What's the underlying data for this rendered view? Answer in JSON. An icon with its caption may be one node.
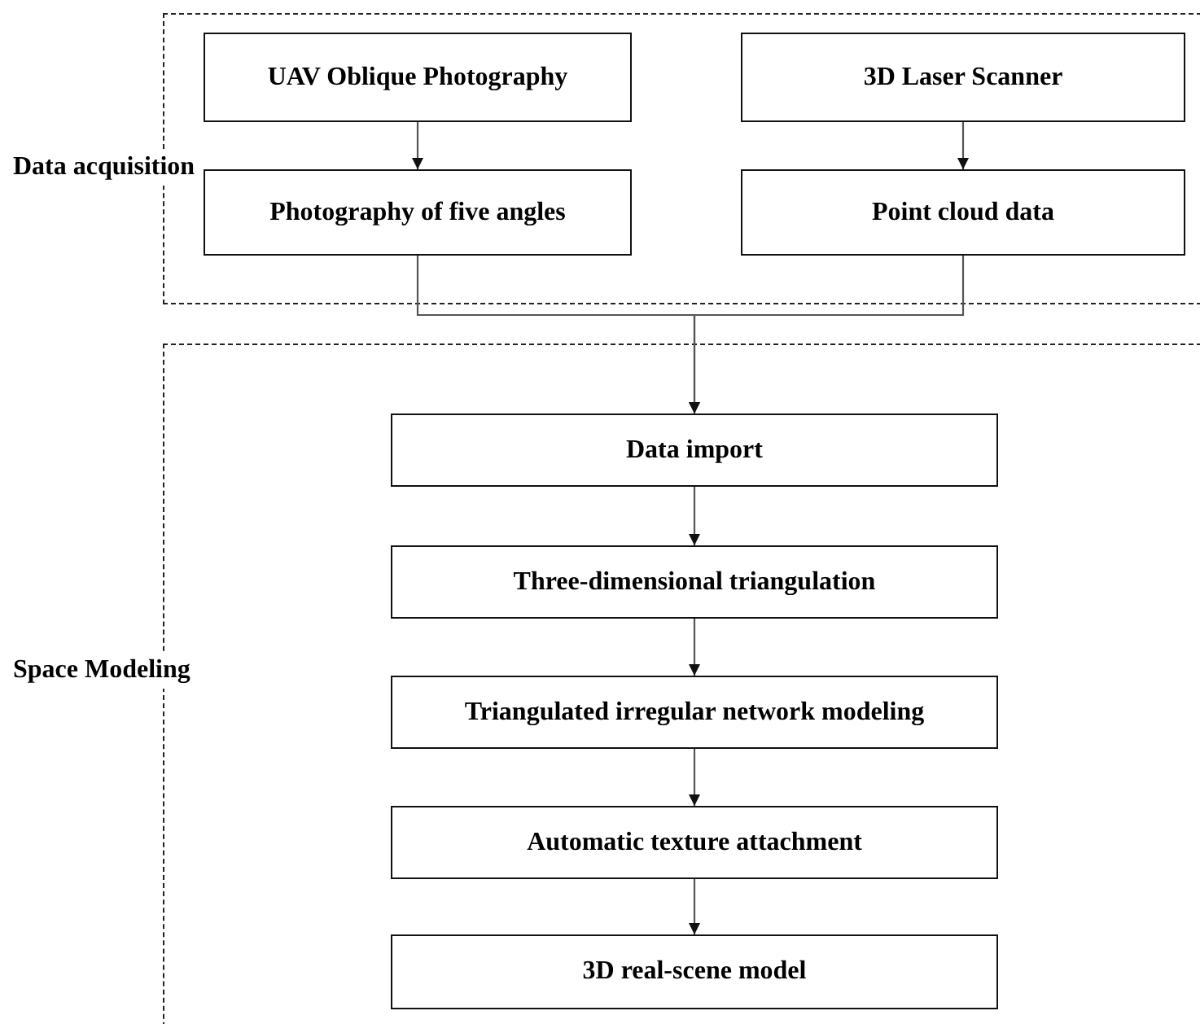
{
  "diagram": {
    "nodes": [
      {
        "text": [
          "Data acquisition"
        ]
      },
      {
        "text": [
          "UAV Oblique Photography"
        ],
        "in": 0
      },
      {
        "text": [
          "3D Laser Scanner"
        ],
        "in": 0
      },
      {
        "text": [
          "Photography of five angles"
        ],
        "in": 0
      },
      {
        "text": [
          "Point cloud data"
        ],
        "in": 0
      },
      {
        "text": [
          "Space Modeling"
        ]
      },
      {
        "text": [
          "Data import"
        ],
        "in": 5
      },
      {
        "text": [
          "Three-dimensional triangulation"
        ],
        "in": 5
      },
      {
        "text": [
          "Triangulated irregular network modeling"
        ],
        "in": 5
      },
      {
        "text": [
          "Automatic texture attachment"
        ],
        "in": 5
      },
      {
        "text": [
          "3D real-scene model"
        ],
        "in": 5
      }
    ],
    "edges": [
      {
        "from": 1,
        "to": 3,
        "arrow": "to"
      },
      {
        "from": 2,
        "to": 4,
        "arrow": "to"
      },
      {
        "from": 3,
        "to": 6,
        "arrow": "to"
      },
      {
        "from": 4,
        "to": 6,
        "arrow": "to"
      },
      {
        "from": 6,
        "to": 7,
        "arrow": "to"
      },
      {
        "from": 7,
        "to": 8,
        "arrow": "to"
      },
      {
        "from": 8,
        "to": 9,
        "arrow": "to"
      },
      {
        "from": 9,
        "to": 10,
        "arrow": "to"
      }
    ]
  }
}
